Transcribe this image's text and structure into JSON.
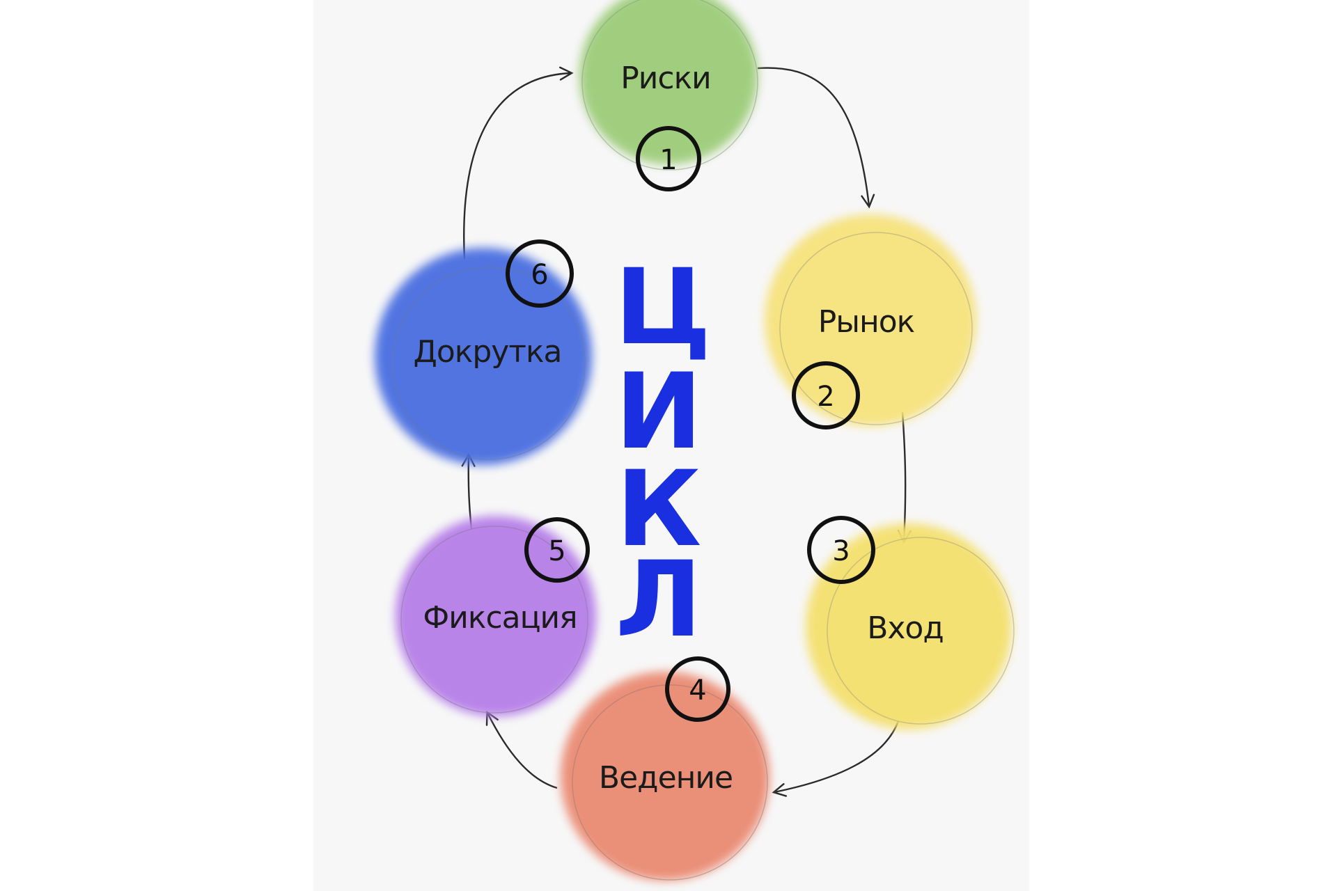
{
  "title": {
    "letters": [
      "Ц",
      "И",
      "К",
      "Л"
    ],
    "color": "#1a2fe0"
  },
  "steps": [
    {
      "number": "1",
      "label": "Риски",
      "color": "#9ccc78"
    },
    {
      "number": "2",
      "label": "Рынок",
      "color": "#f6e27c"
    },
    {
      "number": "3",
      "label": "Вход",
      "color": "#f4e06e"
    },
    {
      "number": "4",
      "label": "Ведение",
      "color": "#ea8a72"
    },
    {
      "number": "5",
      "label": "Фиксация",
      "color": "#b57ee8"
    },
    {
      "number": "6",
      "label": "Докрутка",
      "color": "#4a6ee0"
    }
  ]
}
